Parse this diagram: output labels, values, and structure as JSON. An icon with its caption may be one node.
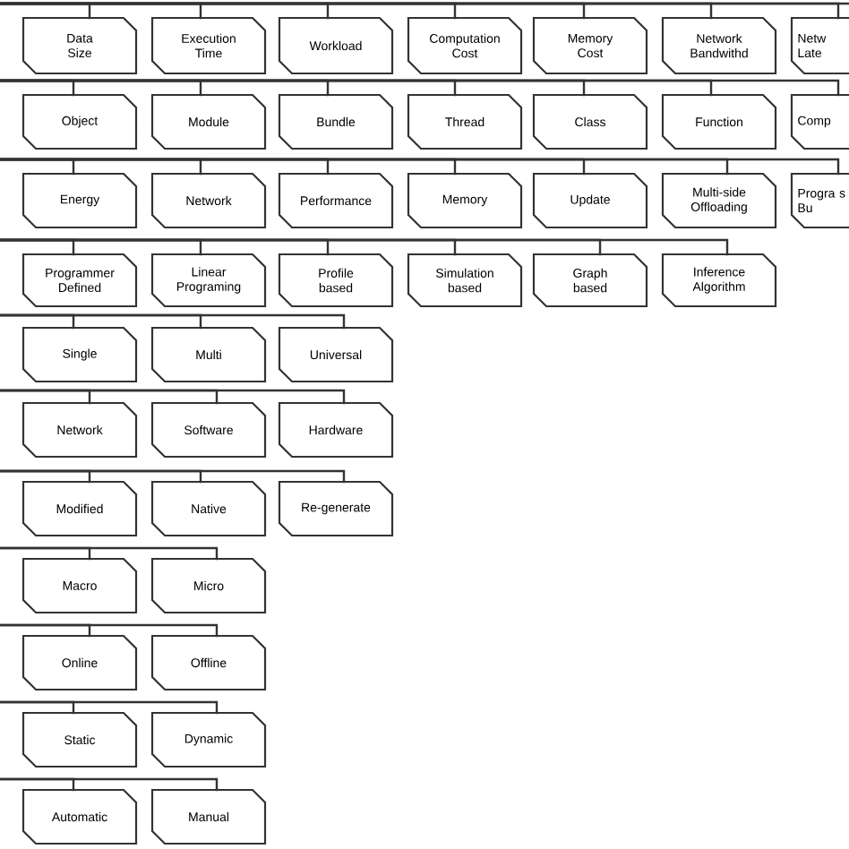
{
  "diagram": {
    "nodes": [
      {
        "text": [
          "Data Size"
        ]
      },
      {
        "text": [
          "Execution Time"
        ]
      },
      {
        "text": [
          "Workload"
        ]
      },
      {
        "text": [
          "Computation Cost"
        ]
      },
      {
        "text": [
          "Memory Cost"
        ]
      },
      {
        "text": [
          "Network Bandwithd"
        ]
      },
      {
        "text": [
          "Netw Late"
        ]
      },
      {
        "text": [
          "Object"
        ]
      },
      {
        "text": [
          "Module"
        ]
      },
      {
        "text": [
          "Bundle"
        ]
      },
      {
        "text": [
          "Thread"
        ]
      },
      {
        "text": [
          "Class"
        ]
      },
      {
        "text": [
          "Function"
        ]
      },
      {
        "text": [
          "Comp"
        ]
      },
      {
        "text": [
          "Energy"
        ]
      },
      {
        "text": [
          "Network"
        ]
      },
      {
        "text": [
          "Performance"
        ]
      },
      {
        "text": [
          "Memory"
        ]
      },
      {
        "text": [
          "Update"
        ]
      },
      {
        "text": [
          "Multi-side Offloading"
        ]
      },
      {
        "text": [
          "Progra s Bu"
        ]
      },
      {
        "text": [
          "Programmer Defined"
        ]
      },
      {
        "text": [
          "Linear Programing"
        ]
      },
      {
        "text": [
          "Profile based"
        ]
      },
      {
        "text": [
          "Simulation based"
        ]
      },
      {
        "text": [
          "Graph based"
        ]
      },
      {
        "text": [
          "Inference Algorithm"
        ]
      },
      {
        "text": [
          "Single"
        ]
      },
      {
        "text": [
          "Multi"
        ]
      },
      {
        "text": [
          "Universal"
        ]
      },
      {
        "text": [
          "Network"
        ]
      },
      {
        "text": [
          "Software"
        ]
      },
      {
        "text": [
          "Hardware"
        ]
      },
      {
        "text": [
          "Modified"
        ]
      },
      {
        "text": [
          "Native"
        ]
      },
      {
        "text": [
          "Re-generate"
        ]
      },
      {
        "text": [
          "Macro"
        ]
      },
      {
        "text": [
          "Micro"
        ]
      },
      {
        "text": [
          "Online"
        ]
      },
      {
        "text": [
          "Offline"
        ]
      },
      {
        "text": [
          "Static"
        ]
      },
      {
        "text": [
          "Dynamic"
        ]
      },
      {
        "text": [
          "Automatic"
        ]
      },
      {
        "text": [
          "Manual"
        ]
      }
    ],
    "edges": [
      {
        "from": null,
        "to": 0,
        "arrow": "none"
      },
      {
        "from": null,
        "to": 1,
        "arrow": "none"
      },
      {
        "from": null,
        "to": 2,
        "arrow": "none"
      },
      {
        "from": null,
        "to": 3,
        "arrow": "none"
      },
      {
        "from": null,
        "to": 4,
        "arrow": "none"
      },
      {
        "from": null,
        "to": 5,
        "arrow": "none"
      },
      {
        "from": null,
        "to": 6,
        "arrow": "none"
      },
      {
        "from": null,
        "to": 7,
        "arrow": "none"
      },
      {
        "from": null,
        "to": 8,
        "arrow": "none"
      },
      {
        "from": null,
        "to": 9,
        "arrow": "none"
      },
      {
        "from": null,
        "to": 10,
        "arrow": "none"
      },
      {
        "from": null,
        "to": 11,
        "arrow": "none"
      },
      {
        "from": null,
        "to": 12,
        "arrow": "none"
      },
      {
        "from": null,
        "to": 13,
        "arrow": "none"
      },
      {
        "from": null,
        "to": 14,
        "arrow": "none"
      },
      {
        "from": null,
        "to": 15,
        "arrow": "none"
      },
      {
        "from": null,
        "to": 16,
        "arrow": "none"
      },
      {
        "from": null,
        "to": 17,
        "arrow": "none"
      },
      {
        "from": null,
        "to": 18,
        "arrow": "none"
      },
      {
        "from": null,
        "to": 19,
        "arrow": "none"
      },
      {
        "from": null,
        "to": 20,
        "arrow": "none"
      },
      {
        "from": null,
        "to": 21,
        "arrow": "none"
      },
      {
        "from": null,
        "to": 22,
        "arrow": "none"
      },
      {
        "from": null,
        "to": 23,
        "arrow": "none"
      },
      {
        "from": null,
        "to": 24,
        "arrow": "none"
      },
      {
        "from": null,
        "to": 25,
        "arrow": "none"
      },
      {
        "from": null,
        "to": 26,
        "arrow": "none"
      },
      {
        "from": null,
        "to": 27,
        "arrow": "none"
      },
      {
        "from": null,
        "to": 28,
        "arrow": "none"
      },
      {
        "from": null,
        "to": 29,
        "arrow": "none"
      },
      {
        "from": null,
        "to": 30,
        "arrow": "none"
      },
      {
        "from": null,
        "to": 31,
        "arrow": "none"
      },
      {
        "from": null,
        "to": 32,
        "arrow": "none"
      },
      {
        "from": null,
        "to": 33,
        "arrow": "none"
      },
      {
        "from": null,
        "to": 34,
        "arrow": "none"
      },
      {
        "from": null,
        "to": 35,
        "arrow": "none"
      },
      {
        "from": null,
        "to": 36,
        "arrow": "none"
      },
      {
        "from": null,
        "to": 37,
        "arrow": "none"
      },
      {
        "from": null,
        "to": 38,
        "arrow": "none"
      },
      {
        "from": null,
        "to": 39,
        "arrow": "none"
      },
      {
        "from": null,
        "to": 40,
        "arrow": "none"
      },
      {
        "from": null,
        "to": 41,
        "arrow": "none"
      },
      {
        "from": null,
        "to": 42,
        "arrow": "none"
      },
      {
        "from": null,
        "to": 43,
        "arrow": "none"
      }
    ]
  }
}
